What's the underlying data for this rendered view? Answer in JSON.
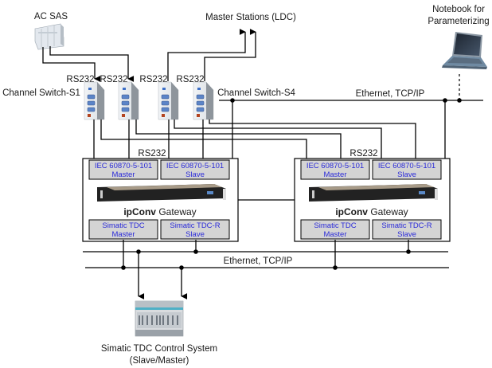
{
  "diagram": {
    "labels": {
      "ac_sas": "AC SAS",
      "master_stations": "Master Stations (LDC)",
      "notebook_line1": "Notebook for",
      "notebook_line2": "Parameterizing",
      "switch_s1": "Channel Switch-S1",
      "switch_s4": "Channel Switch-S4",
      "rs232": "RS232",
      "ethernet_top": "Ethernet, TCP/IP",
      "ethernet_bottom": "Ethernet, TCP/IP",
      "tdc_line1": "Simatic TDC Control System",
      "tdc_line2": "(Slave/Master)"
    },
    "switch_port_labels": [
      "RS232",
      "RS232",
      "RS232",
      "RS232"
    ],
    "gateways": [
      {
        "name_bold": "ipConv",
        "name_rest": " Gateway",
        "rs232_label": "RS232",
        "modules": {
          "iec_master": [
            "IEC 60870-5-101",
            "Master"
          ],
          "iec_slave": [
            "IEC 60870-5-101",
            "Slave"
          ],
          "tdc_master": [
            "Simatic TDC",
            "Master"
          ],
          "tdc_slave": [
            "Simatic TDC-R",
            "Slave"
          ]
        }
      },
      {
        "name_bold": "ipConv",
        "name_rest": " Gateway",
        "rs232_label": "RS232",
        "modules": {
          "iec_master": [
            "IEC 60870-5-101",
            "Master"
          ],
          "iec_slave": [
            "IEC 60870-5-101",
            "Slave"
          ],
          "tdc_master": [
            "Simatic TDC",
            "Master"
          ],
          "tdc_slave": [
            "Simatic TDC-R",
            "Slave"
          ]
        }
      }
    ],
    "colors": {
      "module_fill": "#d4d4d4",
      "module_text": "#2a2ad8",
      "line": "#000000"
    }
  }
}
